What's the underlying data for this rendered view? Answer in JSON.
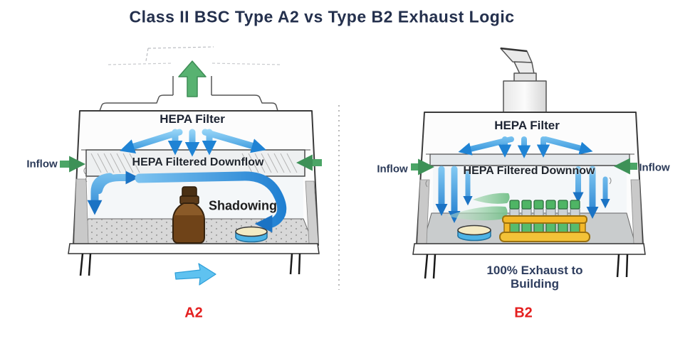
{
  "title": "Class II BSC Type A2 vs Type B2 Exhaust Logic",
  "colors": {
    "title_navy": "#24304d",
    "arrow_blue": "#2a8ad6",
    "arrow_green": "#4aa564",
    "type_label_red": "#e41f1f"
  },
  "cabinet_a2": {
    "hepa_filter_label": "HEPA Filter",
    "downflow_band_label": "HEPA Filtered Downflow",
    "shadowing_label": "Shadowing",
    "inflow_label": "Inflow",
    "type_label": "A2"
  },
  "cabinet_b2": {
    "hepa_filter_label": "HEPA Filter",
    "downflow_band_label": "HEPA Filtered Downnow",
    "inflow_label_left": "Inflow",
    "inflow_label_right": "Inflow",
    "exhaust_note_line1": "100% Exhaust to",
    "exhaust_note_line2": "Building",
    "type_label": "B2"
  }
}
